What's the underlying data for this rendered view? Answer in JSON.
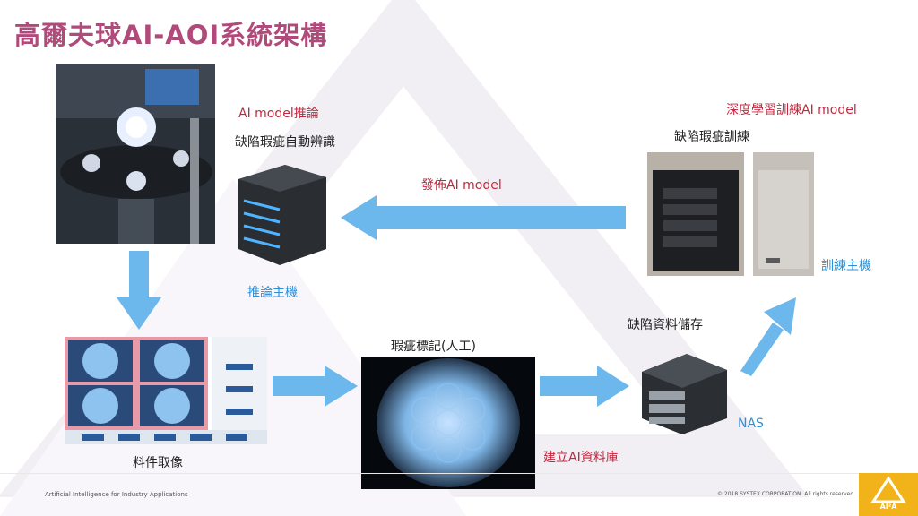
{
  "title": "高爾夫球AI-AOI系統架構",
  "labels": {
    "ai_model_infer": "AI model推論",
    "auto_detect": "缺陷瑕疵自動辨識",
    "infer_host": "推論主機",
    "publish_model": "發佈AI model",
    "deep_learning": "深度學習訓練AI model",
    "defect_training": "缺陷瑕疵訓練",
    "training_host": "訓練主機",
    "material_capture": "料件取像",
    "manual_label": "瑕疵標記(人工)",
    "build_db": "建立AI資料庫",
    "defect_storage": "缺陷資料儲存",
    "nas": "NAS"
  },
  "footer": {
    "left": "Artificial Intelligence for Industry Applications",
    "right": "© 2018 SYSTEX CORPORATION. All rights reserved.",
    "logo": "AI²A"
  },
  "colors": {
    "title": "#b04a7a",
    "arrow": "#6cb8ec",
    "label_red": "#c0283f",
    "label_blue": "#2b8fd6",
    "logo": "#f2b31a"
  }
}
